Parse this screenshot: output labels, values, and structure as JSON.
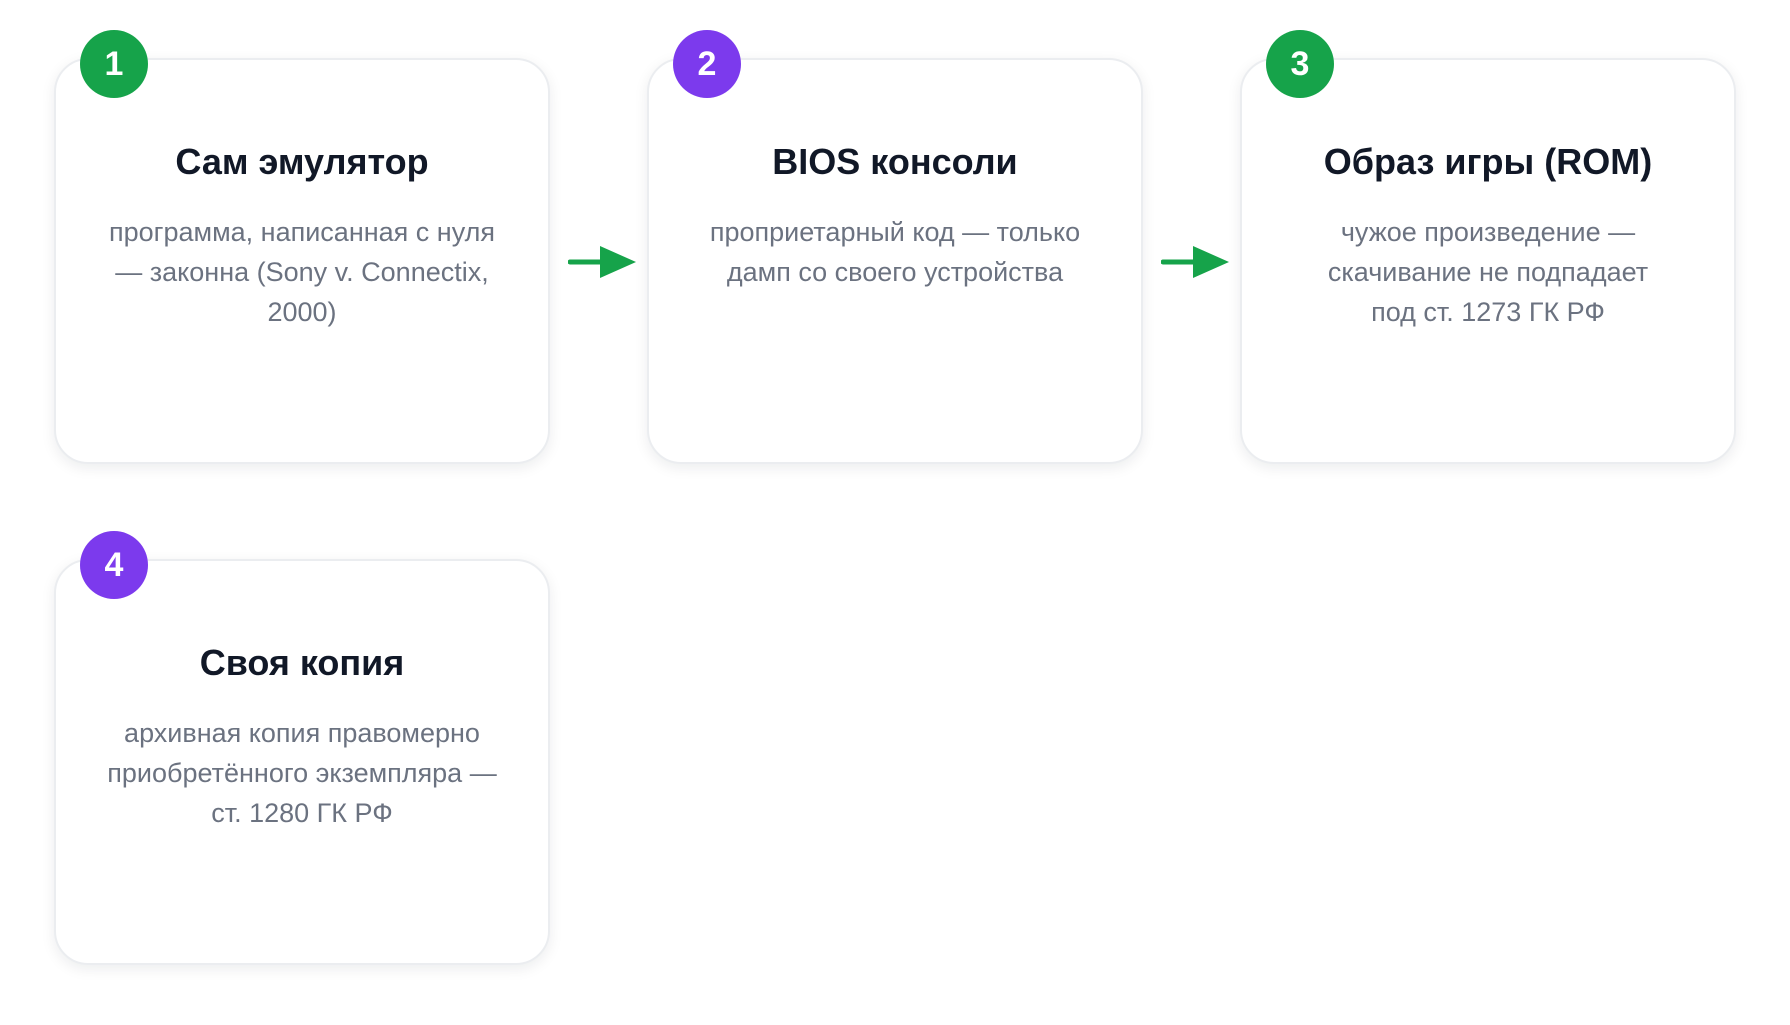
{
  "accent_colors": {
    "green": "#16a34a",
    "purple": "#7c3aed",
    "arrow": "#16a34a"
  },
  "steps": [
    {
      "number": "1",
      "color": "green",
      "title": "Сам эмулятор",
      "description": "программа, написанная с нуля — законна (Sony v. Connectix, 2000)"
    },
    {
      "number": "2",
      "color": "purple",
      "title": "BIOS консоли",
      "description": "проприетарный код — только дамп со своего устройства"
    },
    {
      "number": "3",
      "color": "green",
      "title": "Образ игры (ROM)",
      "description": "чужое произведение — скачивание не подпадает под ст. 1273 ГК РФ"
    },
    {
      "number": "4",
      "color": "purple",
      "title": "Своя копия",
      "description": "архивная копия правомерно приобретённого экземпляра — ст. 1280 ГК РФ"
    }
  ],
  "connectors": [
    {
      "from": "1",
      "to": "2",
      "icon": "arrow-right-icon"
    },
    {
      "from": "2",
      "to": "3",
      "icon": "arrow-right-icon"
    }
  ]
}
